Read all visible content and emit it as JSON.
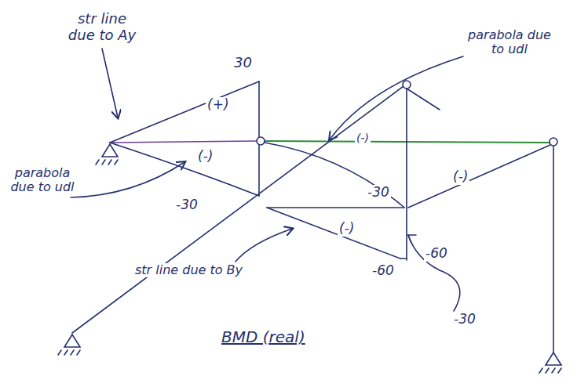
{
  "diagram": {
    "caption": "BMD (real)",
    "labels": [
      "str line due to Ay",
      "30",
      "(+)",
      "(-)",
      "-30",
      "parabola due to udl",
      "parabola due to udl",
      "(-)",
      "(-)",
      "-30",
      "(-)",
      "-60",
      "-60",
      "-30",
      "str line due to By"
    ]
  }
}
